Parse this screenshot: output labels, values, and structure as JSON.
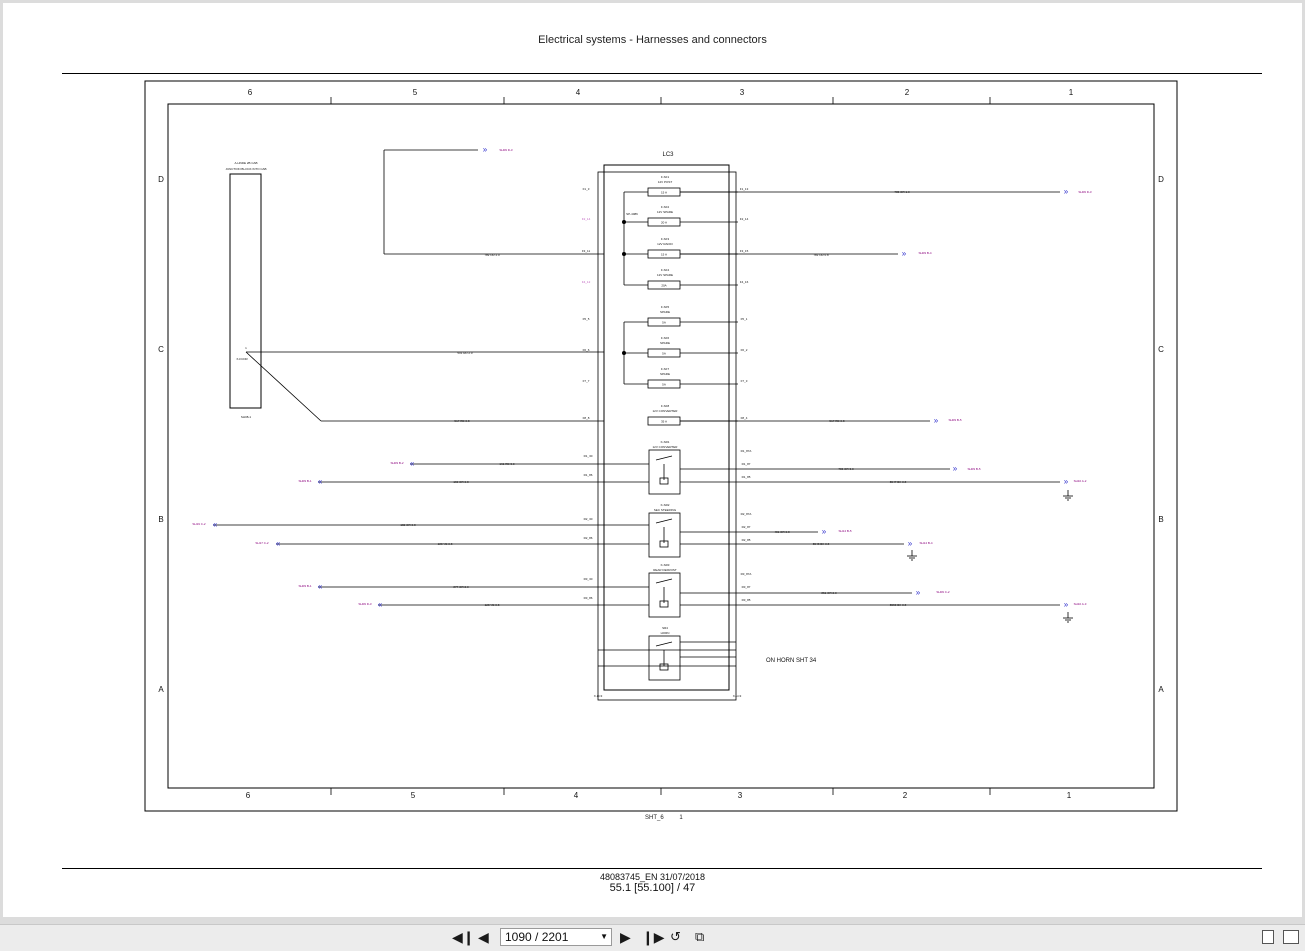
{
  "document": {
    "title": "Electrical systems - Harnesses and connectors",
    "footer_id": "48083745_EN 31/07/2018",
    "footer_page": "55.1 [55.100] / 47",
    "sheet_label": "SHT_6",
    "sheet_number": "1"
  },
  "frame": {
    "columns": [
      "6",
      "5",
      "4",
      "3",
      "2",
      "1"
    ],
    "rows": [
      "D",
      "C",
      "B",
      "A"
    ]
  },
  "schematic": {
    "lc3_label": "LC3",
    "left_block_label_1": "A-HNDE 2B CAB",
    "left_block_label_2": "JUNCTION BLOCK INTO CAB",
    "left_block_pin": "1",
    "left_block_connector": "X-FCDR",
    "left_block_bottom": "SH08-1",
    "fuse_split_label": "SP-4086",
    "horn_note": "ON HORN SHT 34",
    "bottom_left_connector": "X-LC3",
    "bottom_right_connector": "X-LC3",
    "fuses": [
      {
        "name": "F-SF1",
        "desc": "12V POST",
        "rating": "15 A",
        "pin_l": "F1_3",
        "pin_r": "F1_13"
      },
      {
        "name": "F-SF2",
        "desc": "12V SPARE",
        "rating": "20 A",
        "pin_l": "F2_14",
        "pin_r": "F2_14"
      },
      {
        "name": "F-SF3",
        "desc": "12V RADIO",
        "rating": "15 A",
        "pin_l": "F3_11",
        "pin_r": "F3_15"
      },
      {
        "name": "F-SF4",
        "desc": "12V SPARE",
        "rating": "20A",
        "pin_l": "F4_12",
        "pin_r": "F4_16"
      },
      {
        "name": "F-SF5",
        "desc": "SPARE",
        "rating": "5A",
        "pin_l": "F5_5",
        "pin_r": "F5_1"
      },
      {
        "name": "F-SF6",
        "desc": "SPARE",
        "rating": "5A",
        "pin_l": "F6_6",
        "pin_r": "F6_2"
      },
      {
        "name": "F-SF7",
        "desc": "SPARE",
        "rating": "5A",
        "pin_l": "F7_7",
        "pin_r": "F7_3"
      },
      {
        "name": "F-SF8",
        "desc": "12V CONVERTER",
        "rating": "35 A",
        "pin_l": "F8_8",
        "pin_r": "F8_4"
      }
    ],
    "relays": [
      {
        "name": "K-SR1",
        "desc": "12V CONVERTER",
        "pin_l1": "R1_30",
        "pin_l2": "R1_86",
        "pin_r1": "R1_87A",
        "pin_r2": "R1_87",
        "pin_r3": "R1_85"
      },
      {
        "name": "K-SR2",
        "desc": "SEC STEERING",
        "pin_l1": "R2_30",
        "pin_l2": "R2_86",
        "pin_r1": "R2_87A",
        "pin_r2": "R2_87",
        "pin_r3": "R2_85"
      },
      {
        "name": "K-SR3",
        "desc": "REAR DEFROST",
        "pin_l1": "R3_30",
        "pin_l2": "R3_86",
        "pin_r1": "R3_87A",
        "pin_r2": "R3_87",
        "pin_r3": "R3_85"
      },
      {
        "name": "SR4",
        "desc": "HORN",
        "pin_l1": "",
        "pin_l2": "",
        "pin_r1": "",
        "pin_r2": "",
        "pin_r3": ""
      }
    ],
    "wires": [
      {
        "label": "785 OR 1.0",
        "ref": "SH09 D-3"
      },
      {
        "label": "789 OR 2.0",
        "ref": "SH09 B-4"
      },
      {
        "label": "783 OR 0.8",
        "ref": "SH09 B-4"
      },
      {
        "label": "501 RD 2.0",
        "ref": ""
      },
      {
        "label": "517 RD 0.8",
        "ref": ""
      },
      {
        "label": "161 RD 0.8",
        "ref": "SH09 B-5"
      },
      {
        "label": "161 RD 3.0",
        "ref": "SH09 B-2"
      },
      {
        "label": "786 OR 3.0",
        "ref": "SH09 B-5"
      },
      {
        "label": "190 OR 0.8",
        "ref": "SH09 B-1"
      },
      {
        "label": "5547 BK 0.8",
        "ref": "SH10 A-2"
      },
      {
        "label": "182 OR 0.8",
        "ref": "SH19 C-2"
      },
      {
        "label": "481 OR 0.8",
        "ref": "SH14 B-5"
      },
      {
        "label": "183 YE 0.8",
        "ref": "SH17 C-2"
      },
      {
        "label": "5548 BK 0.8",
        "ref": "SH14 B-4"
      },
      {
        "label": "877 OR 2.0",
        "ref": "SH09 B-1"
      },
      {
        "label": "851 OR 2.0",
        "ref": "SH09 C-2"
      },
      {
        "label": "128 YE 0.8",
        "ref": "SH09 D-3"
      },
      {
        "label": "5559 BK 0.8",
        "ref": "SH10 A-3"
      }
    ]
  },
  "toolbar": {
    "first_icon": "first-page-icon",
    "prev_icon": "previous-page-icon",
    "page_value": "1090 / 2201",
    "next_icon": "next-page-icon",
    "last_icon": "last-page-icon",
    "rotate_icon": "rotate-icon",
    "layout_icon": "layout-icon",
    "single_page_icon": "single-page-icon",
    "two_page_icon": "two-page-icon"
  },
  "colors": {
    "wire_label_magenta": "#8b007d",
    "arrow_blue": "#2c2ccc",
    "line": "#000000"
  }
}
